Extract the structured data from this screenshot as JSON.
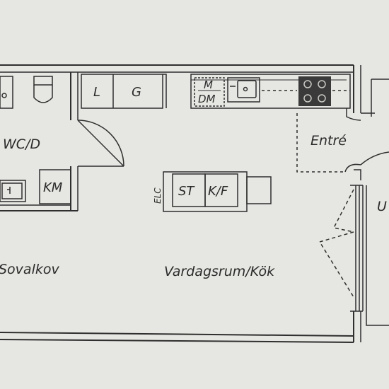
{
  "rooms": {
    "wc": "WC/D",
    "bedroom_alcove": "Sovalkov",
    "living_kitchen": "Vardagsrum/Kök",
    "entrance": "Entré",
    "outside_partial": "U"
  },
  "fixtures": {
    "fridge": "L",
    "freezer": "G",
    "microwave": "M",
    "dishwasher": "DM",
    "washer": "KM",
    "stove": "ST",
    "fridge_freezer": "K/F",
    "electric_cabinet": "ELC"
  },
  "colors": {
    "paper": "#e6e7e2",
    "wall": "#2f2f2f",
    "stove_top": "#3a3a3a"
  }
}
